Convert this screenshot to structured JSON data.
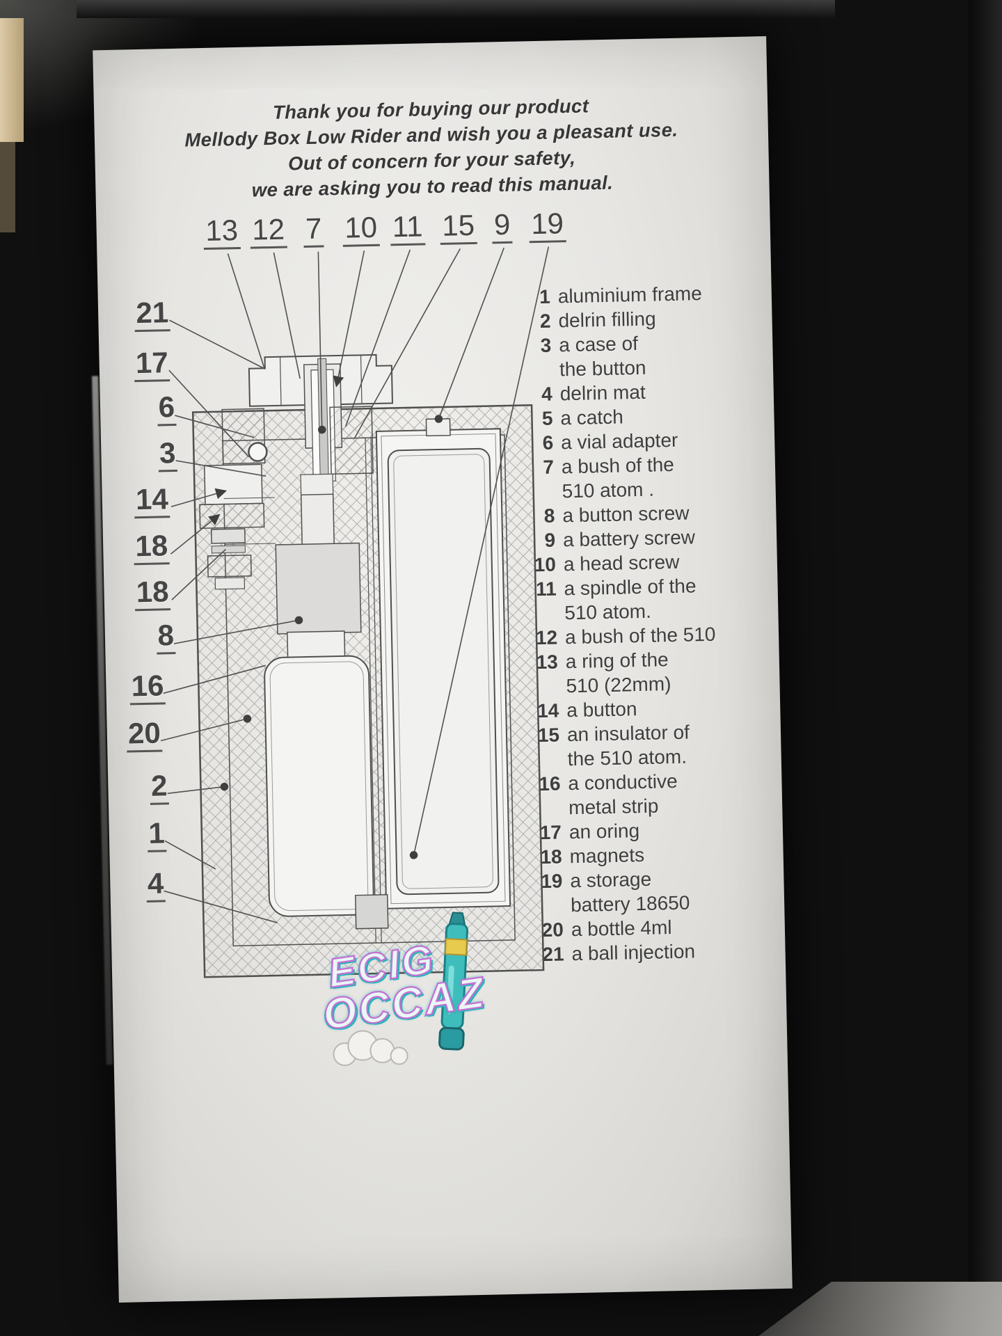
{
  "header": {
    "lines": [
      "Thank you for buying our product",
      "Mellody Box Low Rider and wish you a pleasant use.",
      "Out of concern for your safety,",
      "we are asking you to read this manual."
    ]
  },
  "callouts_top": [
    "13",
    "12",
    "7",
    "10",
    "11",
    "15",
    "9",
    "19"
  ],
  "callouts_left": [
    "21",
    "17",
    "6",
    "3",
    "14",
    "18",
    "18",
    "8",
    "16",
    "20",
    "2",
    "1",
    "4"
  ],
  "parts": [
    {
      "num": "1",
      "name": "aluminium frame"
    },
    {
      "num": "2",
      "name": "delrin filling"
    },
    {
      "num": "3",
      "name": "a case of\nthe button"
    },
    {
      "num": "4",
      "name": "delrin mat"
    },
    {
      "num": "5",
      "name": "a catch"
    },
    {
      "num": "6",
      "name": "a vial adapter"
    },
    {
      "num": "7",
      "name": "a bush of the\n510 atom ."
    },
    {
      "num": "8",
      "name": "a button screw"
    },
    {
      "num": "9",
      "name": "a battery screw"
    },
    {
      "num": "10",
      "name": "a head screw"
    },
    {
      "num": "11",
      "name": "a spindle of the\n510 atom."
    },
    {
      "num": "12",
      "name": "a bush of the 510"
    },
    {
      "num": "13",
      "name": "a ring of the\n510 (22mm)"
    },
    {
      "num": "14",
      "name": "a button"
    },
    {
      "num": "15",
      "name": "an insulator of\nthe 510 atom."
    },
    {
      "num": "16",
      "name": "a conductive\nmetal strip"
    },
    {
      "num": "17",
      "name": "an oring"
    },
    {
      "num": "18",
      "name": "magnets"
    },
    {
      "num": "19",
      "name": "a storage\nbattery 18650"
    },
    {
      "num": "20",
      "name": "a bottle 4ml"
    },
    {
      "num": "21",
      "name": "a ball injection"
    }
  ],
  "watermark": {
    "line1": "ECIG",
    "line2": "OCCAZ"
  },
  "icons": {
    "watermark_device": "vape-pen-icon",
    "watermark_cloud": "smoke-cloud-icon"
  },
  "colors": {
    "paper": "#e7e6e3",
    "ink": "#3e3e3e",
    "drawing_line": "#4f4f4f",
    "frame": "#101010",
    "wm_stroke": "#c66fd4",
    "wm_glow": "#2eb4b9"
  }
}
